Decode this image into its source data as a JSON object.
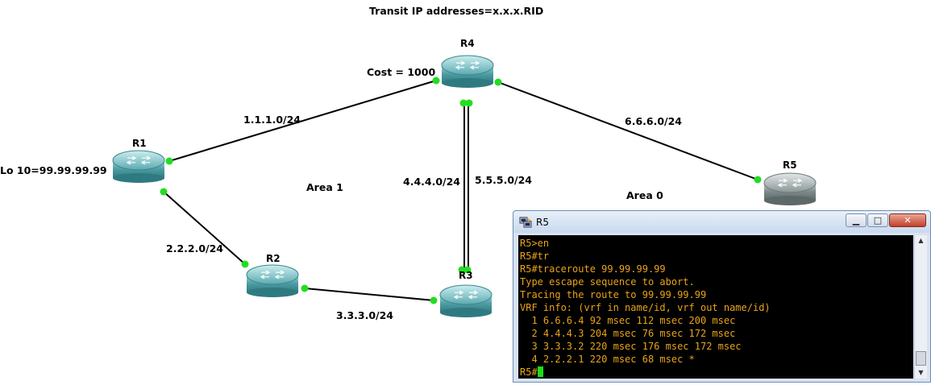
{
  "diagram": {
    "title": "Transit IP addresses=x.x.x.RID",
    "routers": [
      {
        "id": "R1",
        "label": "R1"
      },
      {
        "id": "R2",
        "label": "R2"
      },
      {
        "id": "R3",
        "label": "R3"
      },
      {
        "id": "R4",
        "label": "R4"
      },
      {
        "id": "R5",
        "label": "R5"
      }
    ],
    "links": [
      {
        "from": "R1",
        "to": "R4",
        "label": "1.1.1.0/24"
      },
      {
        "from": "R1",
        "to": "R2",
        "label": "2.2.2.0/24"
      },
      {
        "from": "R2",
        "to": "R3",
        "label": "3.3.3.0/24"
      },
      {
        "from": "R4",
        "to": "R3",
        "label": "4.4.4.0/24"
      },
      {
        "from": "R4",
        "to": "R3",
        "label": "5.5.5.0/24"
      },
      {
        "from": "R4",
        "to": "R5",
        "label": "6.6.6.0/24"
      }
    ],
    "cost_label": "Cost = 1000",
    "loopback_label": "Lo 10=99.99.99.99",
    "area1_label": "Area 1",
    "area0_label": "Area 0",
    "colors": {
      "router_teal": "#3d8f95",
      "router_gray": "#6f7a7a",
      "link_dot": "#22dd22"
    }
  },
  "terminal": {
    "title": "R5",
    "icon": "putty-icon",
    "buttons": {
      "minimize": "▁",
      "maximize": "□",
      "close": "✕"
    },
    "lines": [
      "R5>en",
      "R5#tr",
      "R5#traceroute 99.99.99.99",
      "Type escape sequence to abort.",
      "Tracing the route to 99.99.99.99",
      "VRF info: (vrf in name/id, vrf out name/id)",
      "  1 6.6.6.4 92 msec 112 msec 200 msec",
      "  2 4.4.4.3 204 msec 76 msec 172 msec",
      "  3 3.3.3.2 220 msec 176 msec 172 msec",
      "  4 2.2.2.1 220 msec 68 msec *"
    ],
    "prompt": "R5#",
    "colors": {
      "text": "#e8a317",
      "cursor": "#18e018",
      "background": "#000000"
    }
  }
}
